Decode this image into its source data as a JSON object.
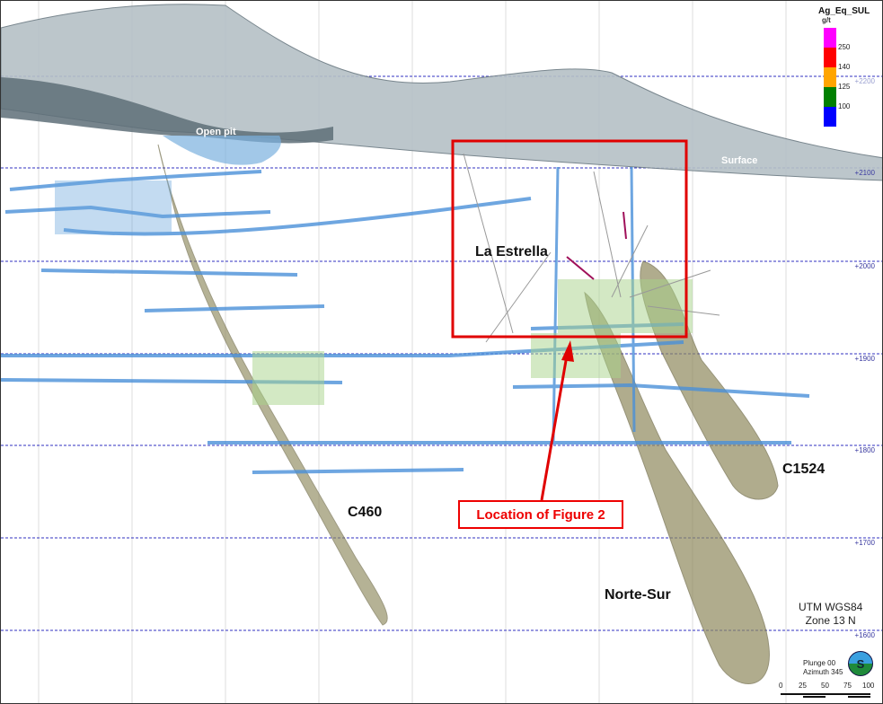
{
  "labels": {
    "open_pit": "Open pit",
    "surface": "Surface",
    "la_estrella": "La Estrella",
    "c460": "C460",
    "c1524": "C1524",
    "norte_sur": "Norte-Sur",
    "callout": "Location of Figure 2"
  },
  "elevations": [
    "+2200",
    "+2100",
    "+2000",
    "+1900",
    "+1800",
    "+1700",
    "+1600"
  ],
  "legend": {
    "title": "Ag_Eq_SUL",
    "unit": "g/t",
    "bins": [
      {
        "color": "#ff00ff",
        "label": "250"
      },
      {
        "color": "#ff0000",
        "label": "140"
      },
      {
        "color": "#ffa500",
        "label": "125"
      },
      {
        "color": "#008000",
        "label": "100"
      },
      {
        "color": "#0000ff",
        "label": ""
      }
    ]
  },
  "projection": {
    "line1": "UTM WGS84",
    "line2": "Zone 13 N"
  },
  "view": {
    "plunge": "Plunge 00",
    "azimuth": "Azimuth 345",
    "compass_letter": "S"
  },
  "scale_bar": [
    "0",
    "25",
    "50",
    "75",
    "100"
  ],
  "colors": {
    "highlight": "#e00000",
    "grid": "#3030c0",
    "drift": "#4a90d9",
    "vein": "#8f8a5e"
  }
}
